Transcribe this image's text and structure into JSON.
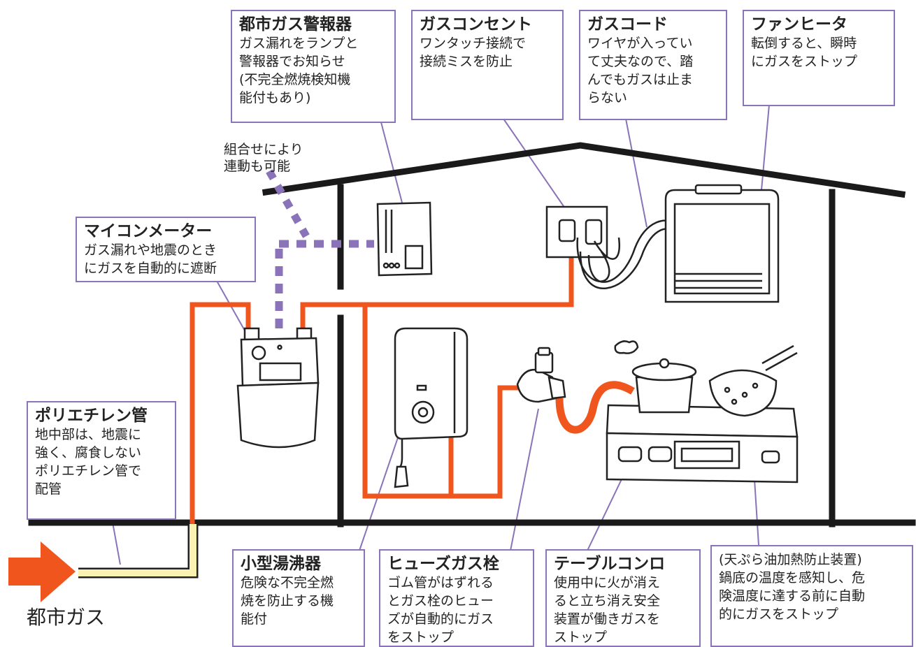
{
  "colors": {
    "pipe": "#f0551e",
    "underground_pipe": "#fbf2b2",
    "leader": "#8a73b8",
    "dotted_link": "#8a73b8",
    "wall": "#1a1a1a",
    "box_border": "#8a73b8"
  },
  "callouts": {
    "alarm": {
      "title": "都市ガス警報器",
      "lines": [
        "ガス漏れをランプと",
        "警報器でお知らせ",
        "(不完全燃焼検知機",
        "能付もあり)"
      ]
    },
    "outlet": {
      "title": "ガスコンセント",
      "lines": [
        "ワンタッチ接続で",
        "接続ミスを防止"
      ]
    },
    "cord": {
      "title": "ガスコード",
      "lines": [
        "ワイヤが入ってい",
        "て丈夫なので、踏",
        "んでもガスは止ま",
        "らない"
      ]
    },
    "fan": {
      "title": "ファンヒータ",
      "lines": [
        "転倒すると、瞬時",
        "にガスをストップ"
      ]
    },
    "meter": {
      "title": "マイコンメーター",
      "lines": [
        "ガス漏れや地震のとき",
        "にガスを自動的に遮断"
      ]
    },
    "pe": {
      "title": "ポリエチレン管",
      "lines": [
        "地中部は、地震に",
        "強く、腐食しない",
        "ポリエチレン管で",
        "配管"
      ]
    },
    "heater": {
      "title": "小型湯沸器",
      "lines": [
        "危険な不完全燃",
        "焼を防止する機",
        "能付"
      ]
    },
    "fuse": {
      "title": "ヒューズガス栓",
      "lines": [
        "ゴム管がはずれる",
        "とガス栓のヒュー",
        "ズが自動的にガス",
        "をストップ"
      ]
    },
    "stove": {
      "title": "テーブルコンロ",
      "lines": [
        "使用中に火が消え",
        "ると立ち消え安全",
        "装置が働きガスを",
        "ストップ"
      ]
    },
    "tempura": {
      "lines": [
        "(天ぷら油加熱防止装置)",
        "鍋底の温度を感知し、危",
        "険温度に達する前に自動",
        "的にガスをストップ"
      ]
    }
  },
  "link_note": {
    "lines": [
      "組合せにより",
      "連動も可能"
    ]
  },
  "supply_label": "都市ガス",
  "icons": [
    "gas-alarm-icon",
    "gas-outlet-icon",
    "fan-heater-icon",
    "gas-meter-icon",
    "water-heater-icon",
    "fuse-valve-icon",
    "table-stove-icon",
    "city-gas-arrow-icon"
  ]
}
